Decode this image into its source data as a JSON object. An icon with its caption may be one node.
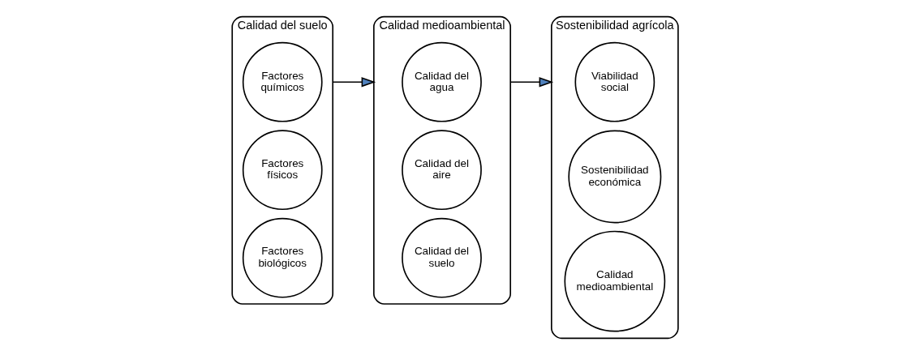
{
  "diagram": {
    "nodes": [
      {
        "text": [
          "Calidad del suelo"
        ]
      },
      {
        "text": [
          "Factores químicos"
        ],
        "in": 0
      },
      {
        "text": [
          "Factores físicos"
        ],
        "in": 0
      },
      {
        "text": [
          "Factores biológicos"
        ],
        "in": 0
      },
      {
        "text": [
          "Calidad medioambiental"
        ]
      },
      {
        "text": [
          "Calidad del agua"
        ],
        "in": 4
      },
      {
        "text": [
          "Calidad del aire"
        ],
        "in": 4
      },
      {
        "text": [
          "Calidad del suelo"
        ],
        "in": 4
      },
      {
        "text": [
          "Sostenibilidad agrícola"
        ]
      },
      {
        "text": [
          "Viabilidad social"
        ],
        "in": 8
      },
      {
        "text": [
          "Sostenibilidad económica"
        ],
        "in": 8
      },
      {
        "text": [
          "Calidad medioambiental"
        ],
        "in": 8
      }
    ],
    "edges": [
      {
        "from": 0,
        "to": 4,
        "arrow": "to"
      },
      {
        "from": 4,
        "to": 8,
        "arrow": "to"
      }
    ]
  }
}
